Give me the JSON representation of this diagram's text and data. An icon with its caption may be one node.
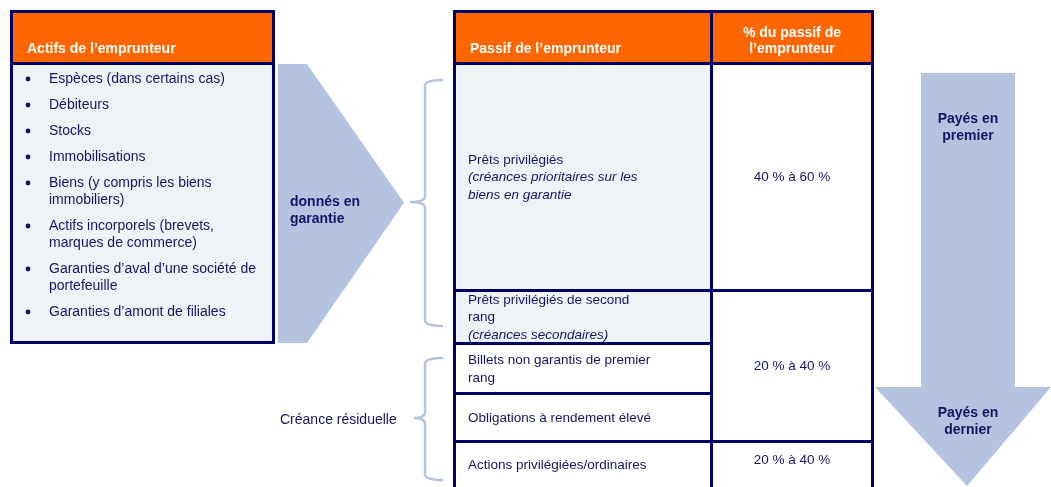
{
  "diagram": {
    "nodes": [
      {
        "text": [
          "Actifs de l’emprunteur"
        ]
      },
      {
        "text": [
          "Espèces (dans certains cas)",
          "Débiteurs",
          "Stocks",
          "Immobilisations",
          "Biens (y compris les biens immobiliers)",
          "Actifs incorporels (brevets, marques de commerce)",
          "Garanties d’aval d’une société de portefeuille",
          "Garanties d’amont de filiales"
        ]
      },
      {
        "text": [
          "donnés en garantie"
        ]
      },
      {
        "text": [
          "Passif de l’emprunteur"
        ]
      },
      {
        "text": [
          "% du passif de l’emprunteur"
        ]
      },
      {
        "text": [
          "Prêts privilégiés",
          "(créances prioritaires sur les biens en garantie"
        ]
      },
      {
        "text": [
          "40 % à 60 %"
        ]
      },
      {
        "text": [
          "Prêts privilégiés de second rang",
          "(créances secondaires)"
        ]
      },
      {
        "text": [
          "20 % à 40 %"
        ]
      },
      {
        "text": [
          "Billets non garantis de premier rang"
        ]
      },
      {
        "text": [
          "Obligations à rendement élevé"
        ]
      },
      {
        "text": [
          "Actions privilégiées/ordinaires"
        ]
      },
      {
        "text": [
          "20 % à 40 %"
        ]
      },
      {
        "text": [
          "Payés en premier",
          "Payés en dernier"
        ]
      }
    ],
    "labels": [
      "Créance résiduelle"
    ]
  }
}
